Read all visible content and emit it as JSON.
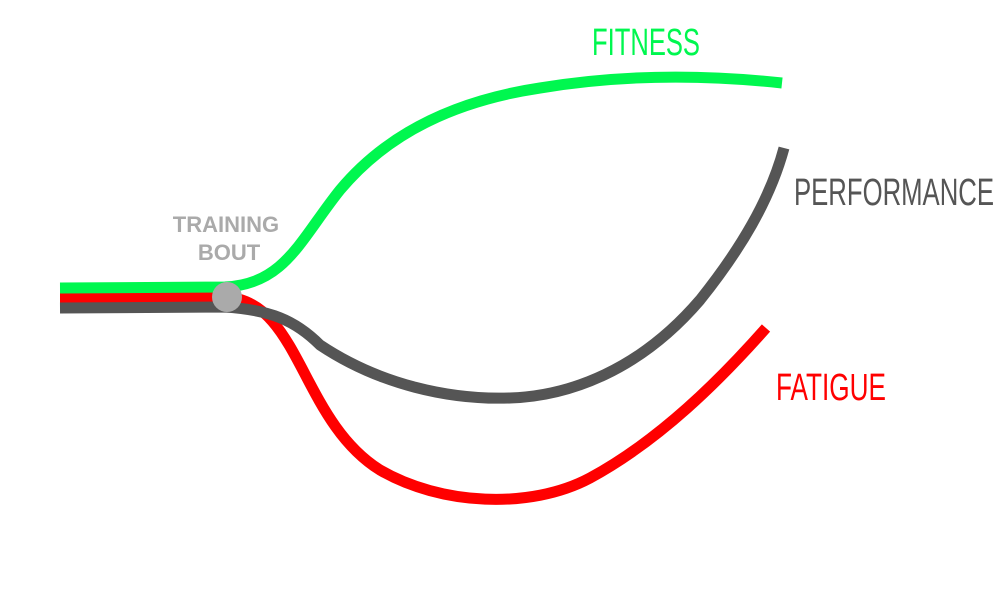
{
  "diagram": {
    "labels": {
      "fitness": "FITNESS",
      "performance": "PERFORMANCE",
      "fatigue": "FATIGUE",
      "training_bout_line1": "TRAINING",
      "training_bout_line2": "BOUT"
    },
    "colors": {
      "fitness": "#00f74f",
      "performance": "#555555",
      "fatigue": "#ff0000",
      "training_bout": "#aaaaaa",
      "background": "#ffffff"
    }
  }
}
